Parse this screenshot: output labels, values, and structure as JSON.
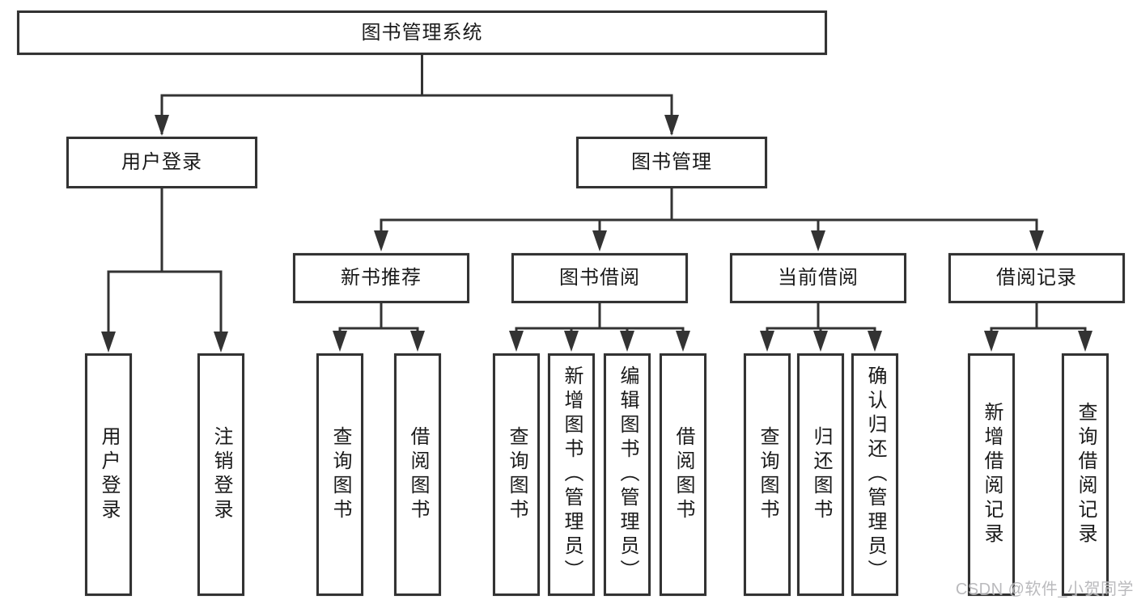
{
  "diagram": {
    "kind": "function-structure-tree",
    "colors": {
      "line": "#333333",
      "box_border": "#333333",
      "box_fill": "#ffffff",
      "text": "#1a1a1a",
      "watermark": "#b3b3b6"
    },
    "tree": {
      "root": {
        "label": "图书管理系统",
        "children": [
          {
            "label": "用户登录",
            "children": [
              {
                "label": "用户登录"
              },
              {
                "label": "注销登录"
              }
            ]
          },
          {
            "label": "图书管理",
            "children": [
              {
                "label": "新书推荐",
                "children": [
                  {
                    "label": "查询图书"
                  },
                  {
                    "label": "借阅图书"
                  }
                ]
              },
              {
                "label": "图书借阅",
                "children": [
                  {
                    "label": "查询图书"
                  },
                  {
                    "label": "新增图书（管理员）"
                  },
                  {
                    "label": "编辑图书（管理员）"
                  },
                  {
                    "label": "借阅图书"
                  }
                ]
              },
              {
                "label": "当前借阅",
                "children": [
                  {
                    "label": "查询图书"
                  },
                  {
                    "label": "归还图书"
                  },
                  {
                    "label": "确认归还（管理员）"
                  }
                ]
              },
              {
                "label": "借阅记录",
                "children": [
                  {
                    "label": "新增借阅记录"
                  },
                  {
                    "label": "查询借阅记录"
                  }
                ]
              }
            ]
          }
        ]
      }
    }
  },
  "watermark": {
    "text": "CSDN @软件_小贺同学"
  }
}
